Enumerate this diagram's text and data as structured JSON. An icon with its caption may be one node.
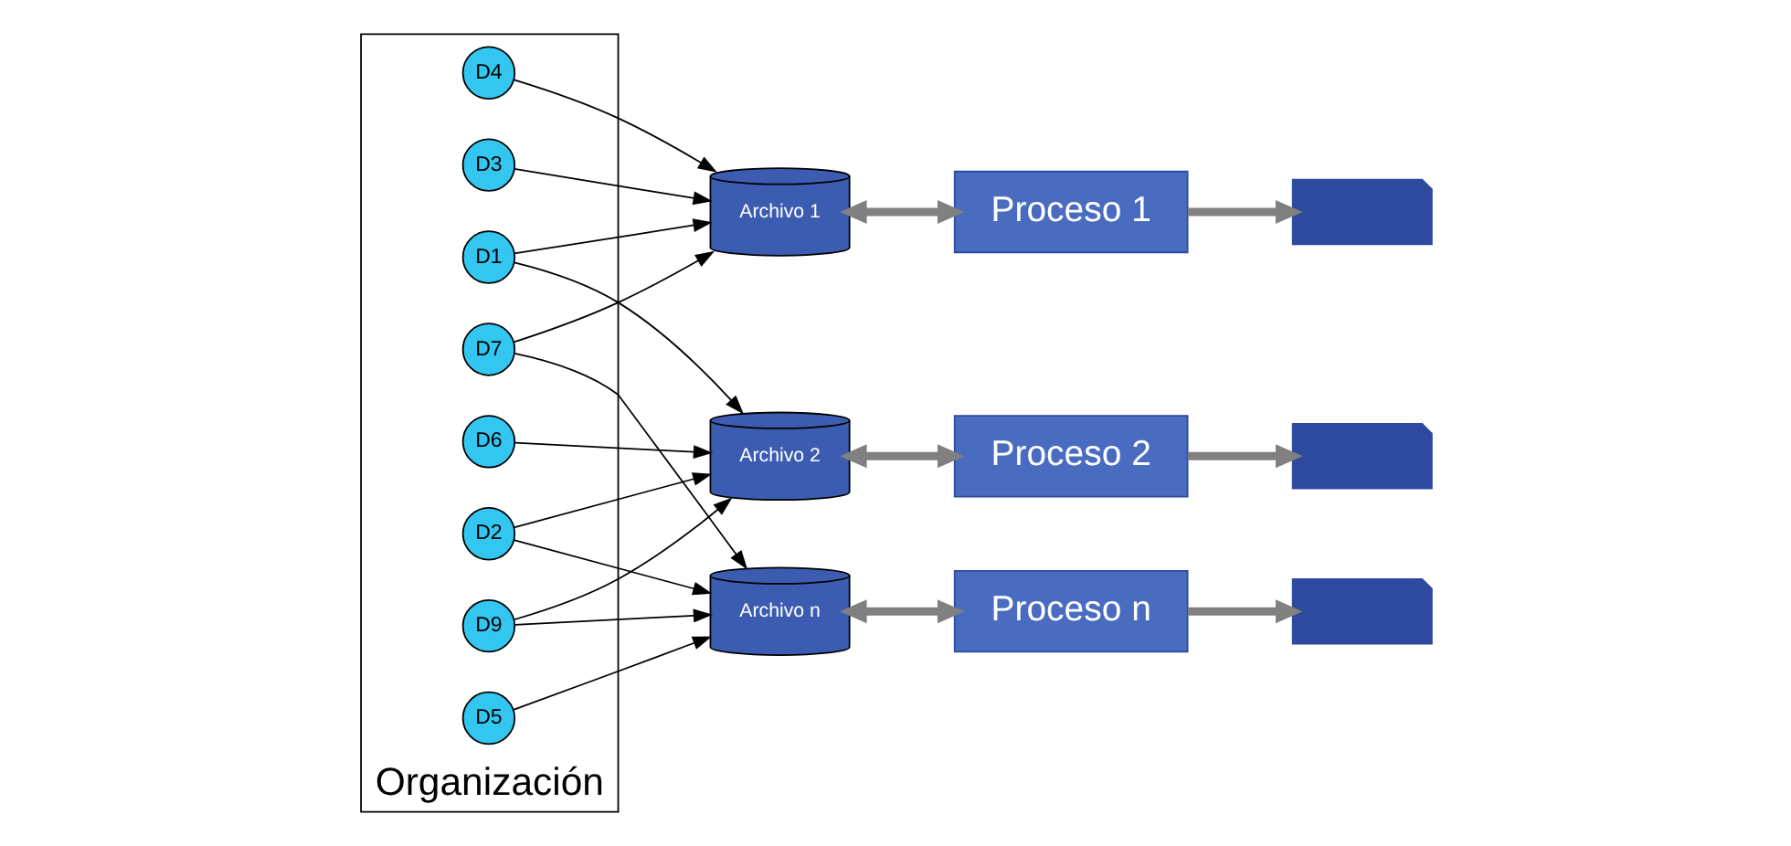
{
  "diagram": {
    "nodes": [
      {
        "text": [
          "Organización"
        ]
      },
      {
        "text": [
          "D4"
        ],
        "in": 0
      },
      {
        "text": [
          "D3"
        ],
        "in": 0
      },
      {
        "text": [
          "D1"
        ],
        "in": 0
      },
      {
        "text": [
          "D7"
        ],
        "in": 0
      },
      {
        "text": [
          "D6"
        ],
        "in": 0
      },
      {
        "text": [
          "D2"
        ],
        "in": 0
      },
      {
        "text": [
          "D9"
        ],
        "in": 0
      },
      {
        "text": [
          "D5"
        ],
        "in": 0
      },
      {
        "text": [
          "Archivo 1"
        ]
      },
      {
        "text": [
          "Proceso 1"
        ]
      },
      {
        "text": [],
        "shape": "document"
      },
      {
        "text": [
          "Archivo 2"
        ]
      },
      {
        "text": [
          "Proceso 2"
        ]
      },
      {
        "text": [],
        "shape": "document"
      },
      {
        "text": [
          "Archivo n"
        ]
      },
      {
        "text": [
          "Proceso n"
        ]
      },
      {
        "text": [],
        "shape": "document"
      }
    ],
    "edges": [
      {
        "from": 1,
        "to": 9,
        "arrow": "to"
      },
      {
        "from": 2,
        "to": 9,
        "arrow": "to"
      },
      {
        "from": 4,
        "to": 9,
        "arrow": "to"
      },
      {
        "from": 3,
        "to": 9,
        "arrow": "to"
      },
      {
        "from": 3,
        "to": 12,
        "arrow": "to"
      },
      {
        "from": 5,
        "to": 12,
        "arrow": "to"
      },
      {
        "from": 6,
        "to": 12,
        "arrow": "to"
      },
      {
        "from": 7,
        "to": 12,
        "arrow": "to"
      },
      {
        "from": 4,
        "to": 15,
        "arrow": "to"
      },
      {
        "from": 6,
        "to": 15,
        "arrow": "to"
      },
      {
        "from": 7,
        "to": 15,
        "arrow": "to"
      },
      {
        "from": 8,
        "to": 15,
        "arrow": "to"
      },
      {
        "from": 9,
        "to": 10,
        "arrow": "both",
        "style": "thick",
        "color": "#808080"
      },
      {
        "from": 10,
        "to": 11,
        "arrow": "to",
        "style": "thick",
        "color": "#808080"
      },
      {
        "from": 12,
        "to": 13,
        "arrow": "both",
        "style": "thick",
        "color": "#808080"
      },
      {
        "from": 13,
        "to": 14,
        "arrow": "to",
        "style": "thick",
        "color": "#808080"
      },
      {
        "from": 15,
        "to": 16,
        "arrow": "both",
        "style": "thick",
        "color": "#808080"
      },
      {
        "from": 16,
        "to": 17,
        "arrow": "to",
        "style": "thick",
        "color": "#808080"
      }
    ]
  }
}
